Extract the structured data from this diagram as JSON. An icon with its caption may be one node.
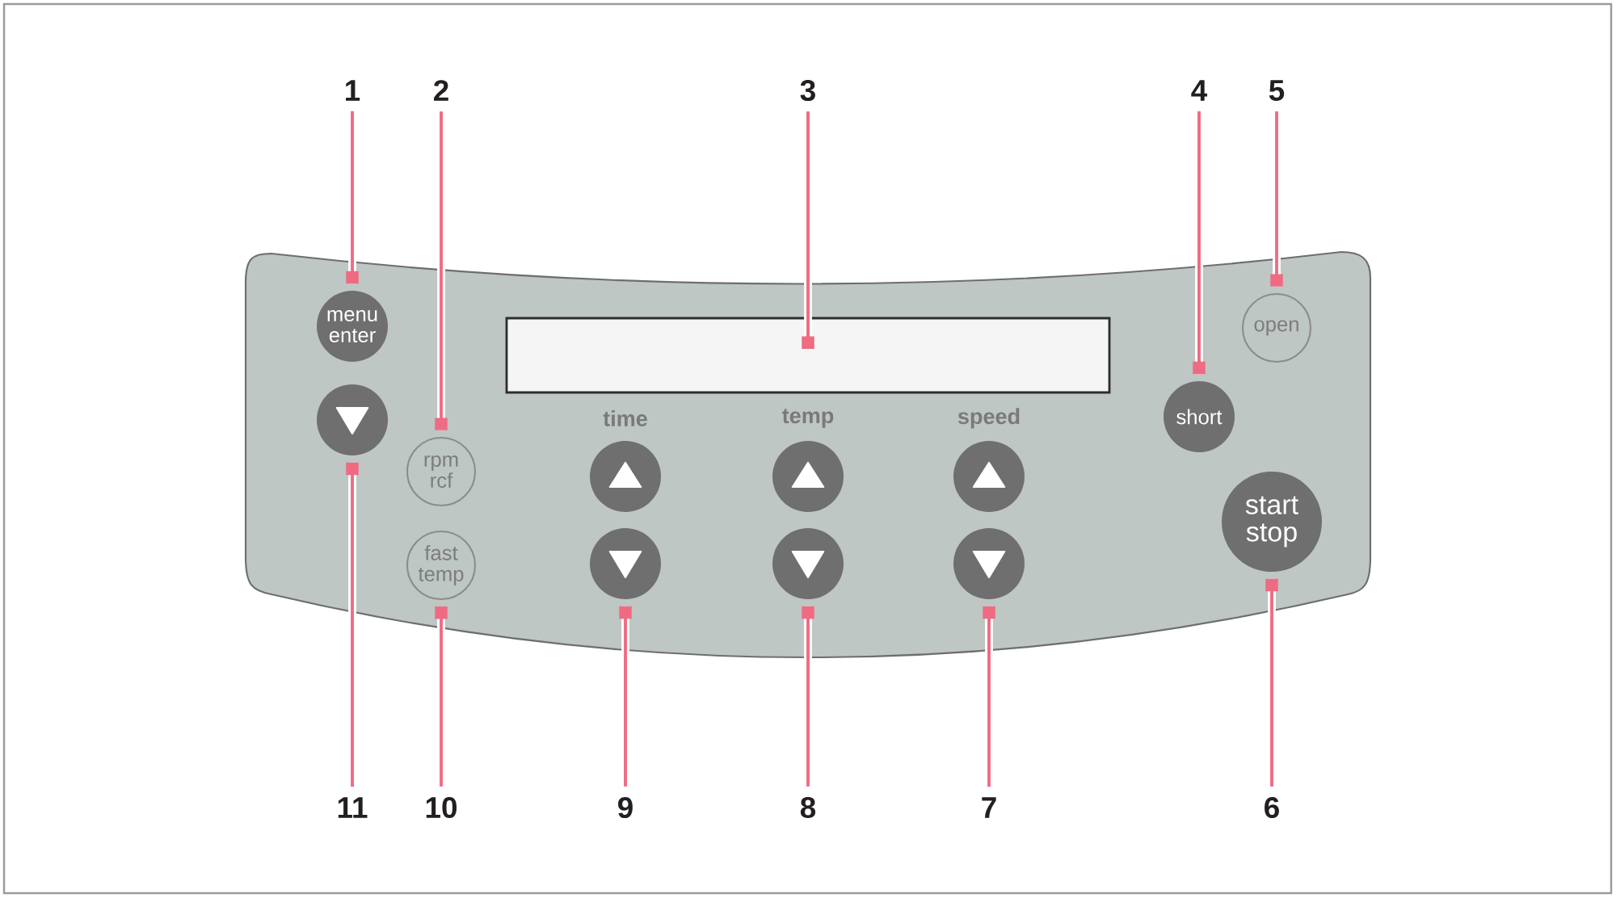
{
  "diagram": {
    "nodes": [
      {
        "text": [
          "time",
          "temp",
          "speed"
        ]
      },
      {
        "text": [
          "menu enter"
        ],
        "in": 0
      },
      {
        "text": [],
        "shape": "circle",
        "in": 0
      },
      {
        "text": [
          "rpm rcf"
        ],
        "in": 0
      },
      {
        "text": [
          "fast temp"
        ],
        "in": 0
      },
      {
        "text": [],
        "shape": "box",
        "in": 0
      },
      {
        "text": [],
        "shape": "circle",
        "in": 0
      },
      {
        "text": [],
        "shape": "circle",
        "in": 0
      },
      {
        "text": [],
        "shape": "circle",
        "in": 0
      },
      {
        "text": [],
        "shape": "circle",
        "in": 0
      },
      {
        "text": [],
        "shape": "circle",
        "in": 0
      },
      {
        "text": [],
        "shape": "circle",
        "in": 0
      },
      {
        "text": [
          "short"
        ],
        "in": 0
      },
      {
        "text": [
          "open"
        ],
        "in": 0
      },
      {
        "text": [
          "start stop"
        ],
        "in": 0
      },
      {
        "text": [
          "1"
        ]
      },
      {
        "text": [
          "2"
        ]
      },
      {
        "text": [
          "3"
        ]
      },
      {
        "text": [
          "4"
        ]
      },
      {
        "text": [
          "5"
        ]
      },
      {
        "text": [
          "6"
        ]
      },
      {
        "text": [
          "7"
        ]
      },
      {
        "text": [
          "8"
        ]
      },
      {
        "text": [
          "9"
        ]
      },
      {
        "text": [
          "10"
        ]
      },
      {
        "text": [
          "11"
        ]
      }
    ],
    "edges": [
      {
        "from": 15,
        "to": 1,
        "arrow": "other"
      },
      {
        "from": 16,
        "to": 3,
        "arrow": "other"
      },
      {
        "from": 17,
        "to": 5,
        "arrow": "other"
      },
      {
        "from": 18,
        "to": 12,
        "arrow": "other"
      },
      {
        "from": 19,
        "to": 13,
        "arrow": "other"
      },
      {
        "from": 20,
        "to": 14,
        "arrow": "other"
      },
      {
        "from": 21,
        "to": 11,
        "arrow": "other"
      },
      {
        "from": 22,
        "to": 9,
        "arrow": "other"
      },
      {
        "from": 23,
        "to": 7,
        "arrow": "other"
      },
      {
        "from": 24,
        "to": 4,
        "arrow": "other"
      },
      {
        "from": 25,
        "to": 2,
        "arrow": "other"
      }
    ]
  }
}
